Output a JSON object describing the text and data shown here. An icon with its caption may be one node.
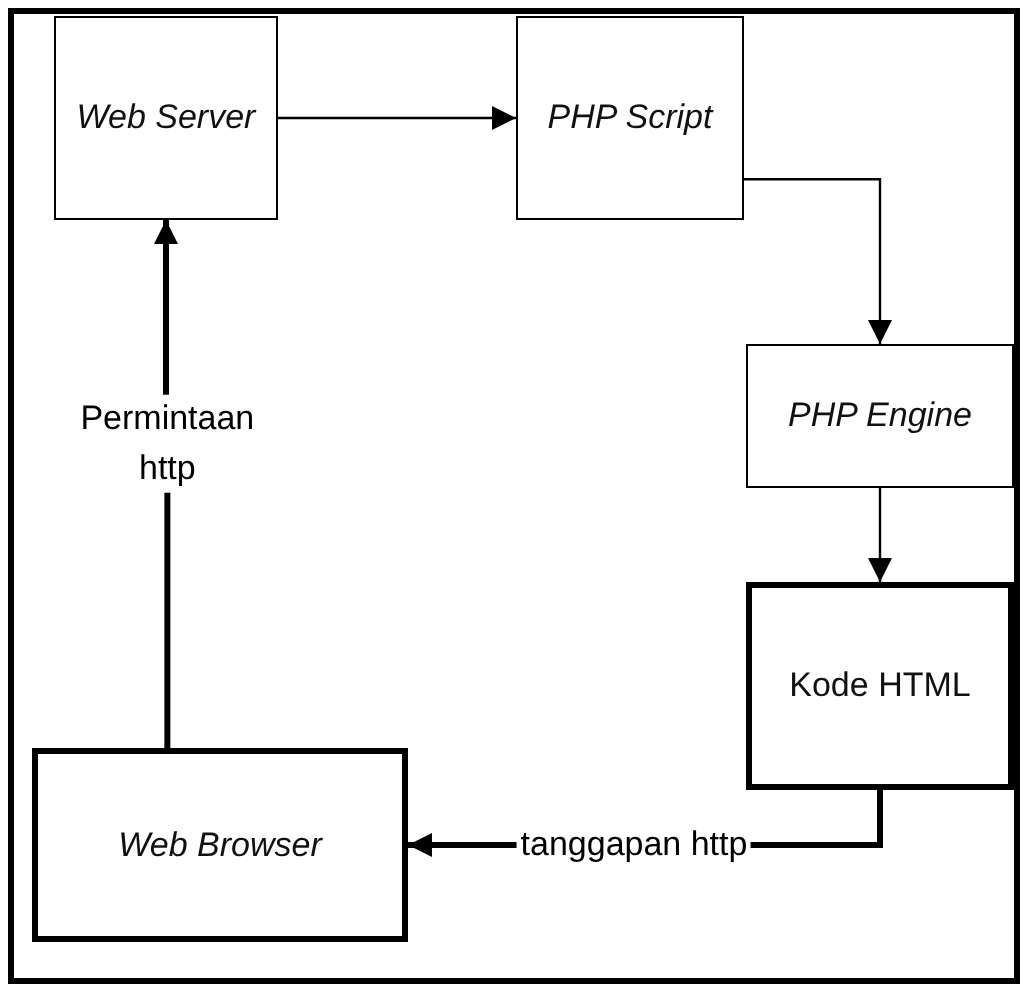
{
  "diagram": {
    "nodes": [
      {
        "text": [
          "Web Server"
        ]
      },
      {
        "text": [
          "PHP Script"
        ]
      },
      {
        "text": [
          "PHP Engine"
        ]
      },
      {
        "text": [
          "Kode HTML"
        ]
      },
      {
        "text": [
          "Web Browser"
        ]
      }
    ],
    "edges": [
      {
        "from": 0,
        "to": 1,
        "arrow": "to"
      },
      {
        "from": 1,
        "to": 2,
        "arrow": "to"
      },
      {
        "from": 2,
        "to": 3,
        "arrow": "to"
      },
      {
        "from": 3,
        "to": 4,
        "arrow": "to",
        "label": "tanggapan http",
        "style": "thick"
      },
      {
        "from": 4,
        "to": 0,
        "arrow": "to",
        "label": "Permintaan http",
        "style": "thick"
      }
    ]
  }
}
